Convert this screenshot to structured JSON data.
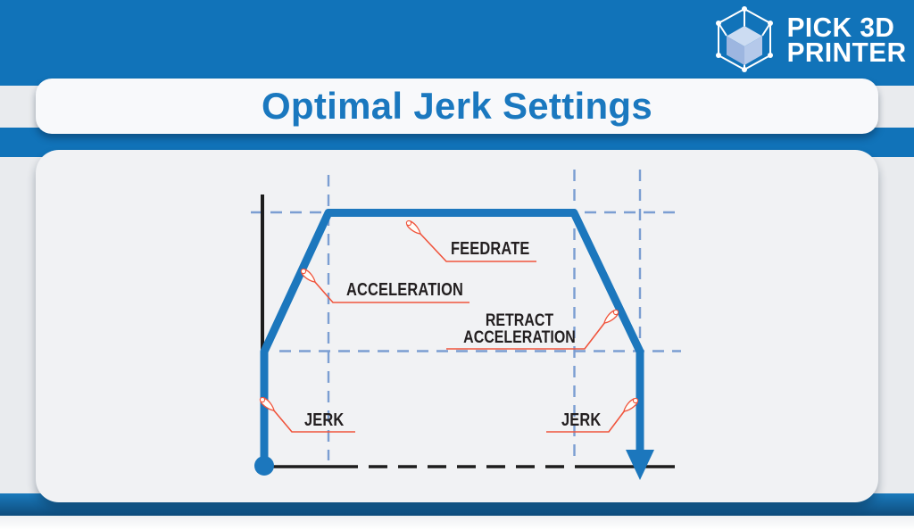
{
  "brand": {
    "line1": "PICK 3D",
    "line2": "PRINTER",
    "icon": "cube-wireframe-icon"
  },
  "header": {
    "title": "Optimal Jerk Settings"
  },
  "diagram": {
    "type": "velocity-profile-trapezoid",
    "labels": {
      "feedrate": "FEEDRATE",
      "acceleration": "ACCELERATION",
      "retract_line1": "RETRACT",
      "retract_line2": "ACCELERATION",
      "jerk_left": "JERK",
      "jerk_right": "JERK"
    },
    "colors": {
      "profile_blue": "#1c77bd",
      "guide_dash_blue": "#7b9ed2",
      "leader_orange": "#f0543c",
      "axis_black": "#1d1d1d",
      "label_text": "#231f20"
    }
  },
  "theme": {
    "background_blue": "#1173b9",
    "band_gray": "#e9ebee",
    "panel_gray": "#f1f2f4",
    "banner_white": "#f8f9fb",
    "title_blue": "#1a78bf",
    "bottom_band_gradient_top": "#1a7abc",
    "bottom_band_gradient_bottom": "#0e4c7c"
  }
}
